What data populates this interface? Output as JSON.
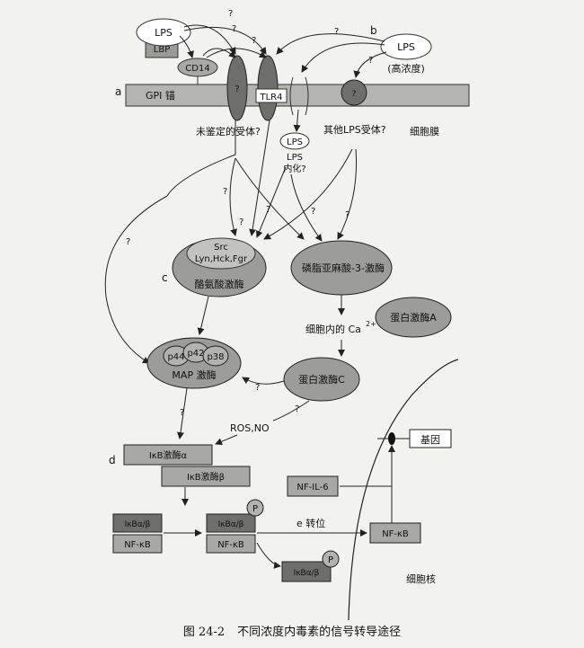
{
  "panels": {
    "a": "a",
    "b": "b",
    "c": "c",
    "d": "d"
  },
  "top": {
    "lps": "LPS",
    "lbp": "LBP",
    "cd14": "CD14",
    "gpi": "GPI 锚",
    "tlr4": "TLR4",
    "q": "?",
    "lps_high": "LPS",
    "high_conc": "(高浓度)",
    "unidentified_receptor": "未鉴定的受体?",
    "other_lps_receptor": "其他LPS受体?",
    "cell_membrane": "细胞膜",
    "lps_internal": "LPS",
    "lps_label": "LPS",
    "internalization": "内化?"
  },
  "kinases": {
    "src": "Src",
    "lyn": "Lyn,Hck,Fgr",
    "tyrosine_kinase": "酪氨酸激酶",
    "pi3k": "磷脂亚麻酸-3-激酶",
    "ca": "细胞内的 Ca",
    "ca_sup": "2+",
    "pka": "蛋白激酶A",
    "pkc": "蛋白激酶C",
    "p44": "p44",
    "p42": "p42",
    "p38": "p38",
    "mapk": "MAP 激酶",
    "ros": "ROS,NO"
  },
  "nfkb": {
    "ikk_alpha": "IκB激酶α",
    "ikk_beta": "IκB激酶β",
    "ikb": "IκBα/β",
    "nfkb": "NF-κB",
    "p": "P",
    "nfil6": "NF-IL-6",
    "translocation": "e 转位",
    "gene": "基因",
    "nucleus": "细胞核"
  },
  "caption": {
    "fig": "图 24-2",
    "title": "不同浓度内毒素的信号转导途径"
  }
}
